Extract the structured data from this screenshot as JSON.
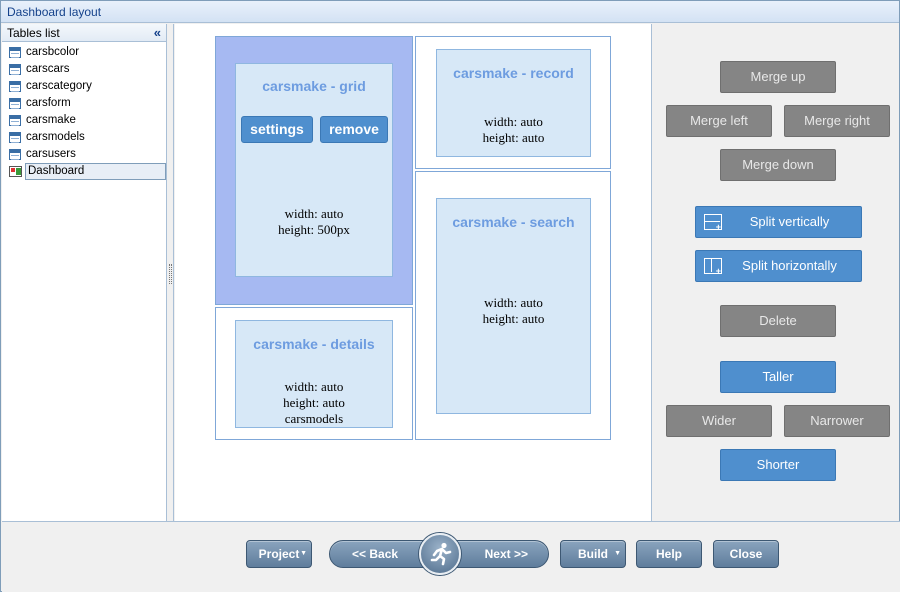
{
  "window": {
    "title": "Dashboard layout"
  },
  "tables_panel": {
    "header": "Tables list",
    "collapse_glyph": "«",
    "items": [
      {
        "label": "carsbcolor",
        "icon": "table-icon"
      },
      {
        "label": "carscars",
        "icon": "table-icon"
      },
      {
        "label": "carscategory",
        "icon": "table-icon"
      },
      {
        "label": "carsform",
        "icon": "table-icon"
      },
      {
        "label": "carsmake",
        "icon": "table-icon"
      },
      {
        "label": "carsmodels",
        "icon": "table-icon"
      },
      {
        "label": "carsusers",
        "icon": "table-icon"
      },
      {
        "label": "Dashboard",
        "icon": "dashboard-icon",
        "selected": true
      }
    ]
  },
  "layout": {
    "grid": {
      "title": "carsmake - grid",
      "settings_label": "settings",
      "remove_label": "remove",
      "width": "width: auto",
      "height": "height: 500px"
    },
    "record": {
      "title": "carsmake - record",
      "width": "width: auto",
      "height": "height: auto"
    },
    "search": {
      "title": "carsmake - search",
      "width": "width: auto",
      "height": "height: auto"
    },
    "details": {
      "title": "carsmake - details",
      "width": "width: auto",
      "height": "height: auto",
      "extra": "carsmodels"
    }
  },
  "actions": {
    "merge_up": "Merge up",
    "merge_left": "Merge left",
    "merge_right": "Merge right",
    "merge_down": "Merge down",
    "split_vertically": "Split vertically",
    "split_horizontally": "Split horizontally",
    "delete": "Delete",
    "taller": "Taller",
    "wider": "Wider",
    "narrower": "Narrower",
    "shorter": "Shorter"
  },
  "bottom": {
    "project": "Project",
    "back": "<< Back",
    "next": "Next >>",
    "build": "Build",
    "help": "Help",
    "close": "Close"
  },
  "colors": {
    "active_cell": "#a6b9f2",
    "card_bg": "#d7e8f7",
    "card_title": "#6d9ce0",
    "blue_button": "#4f8fce",
    "gray_button": "#858585"
  }
}
